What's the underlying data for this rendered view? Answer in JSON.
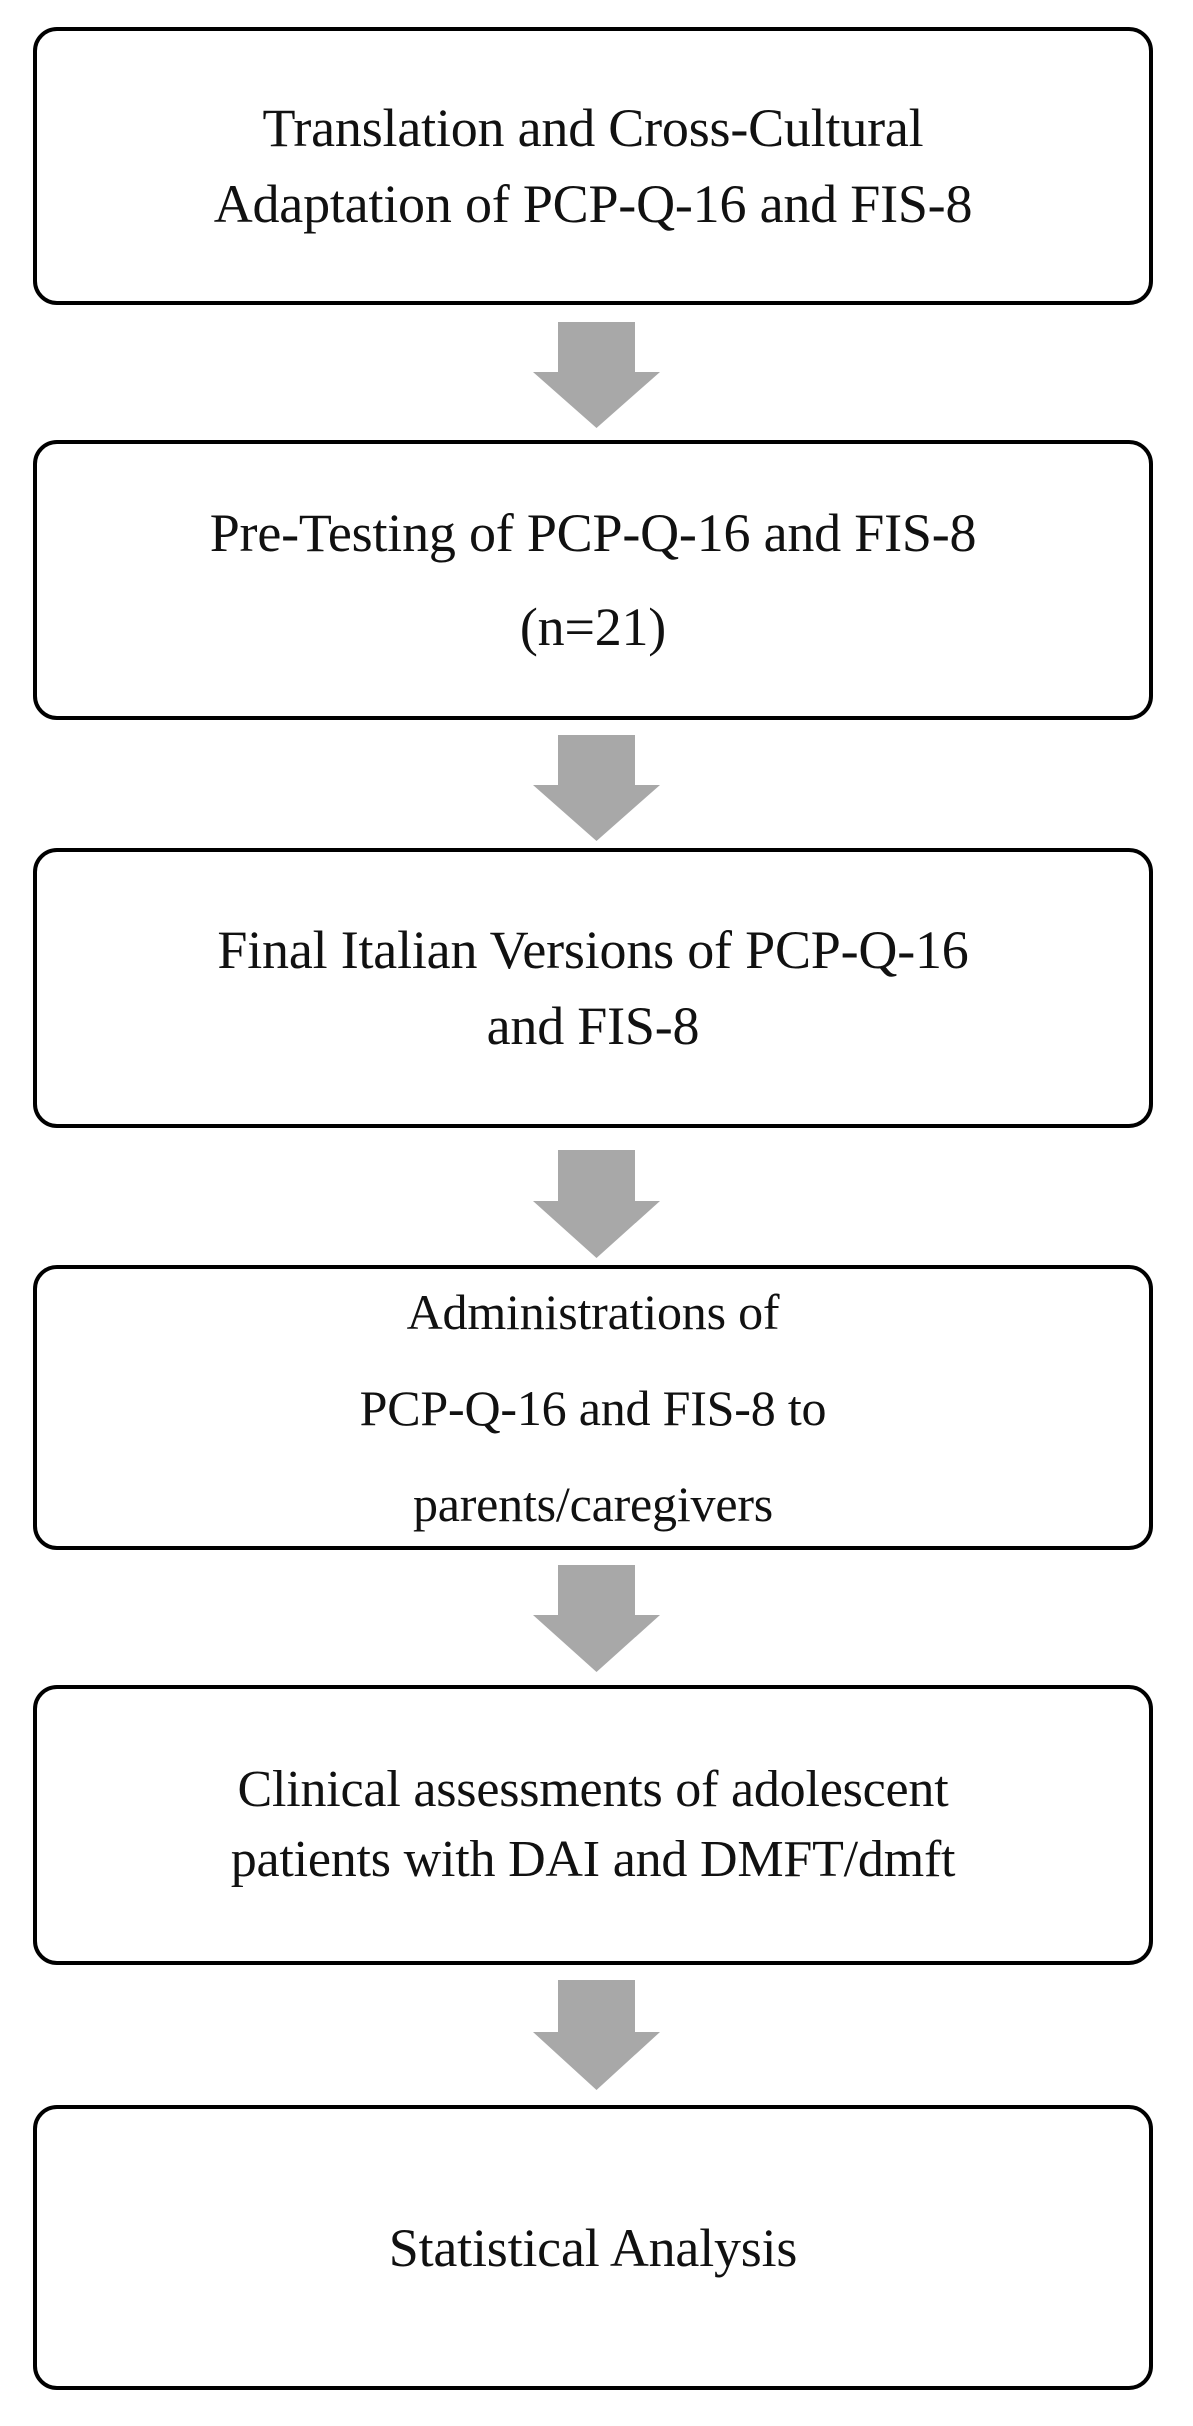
{
  "diagram": {
    "title": "Study workflow flowchart",
    "type": "flowchart",
    "orientation": "vertical",
    "colors": {
      "box_border": "#000000",
      "box_fill": "#ffffff",
      "arrow_fill": "#a8a8a8",
      "text": "#111111",
      "background": "#ffffff"
    },
    "nodes": [
      {
        "id": "node-1",
        "lines": [
          "Translation and Cross-Cultural",
          "Adaptation of PCP-Q-16 and FIS-8"
        ]
      },
      {
        "id": "node-2",
        "lines": [
          "Pre-Testing of PCP-Q-16 and FIS-8",
          "(n=21)"
        ]
      },
      {
        "id": "node-3",
        "lines": [
          "Final Italian Versions of PCP-Q-16",
          "and FIS-8"
        ]
      },
      {
        "id": "node-4",
        "lines": [
          "Administrations of",
          "PCP-Q-16 and FIS-8 to",
          "parents/caregivers"
        ]
      },
      {
        "id": "node-5",
        "lines": [
          "Clinical assessments of adolescent",
          "patients with DAI and DMFT/dmft"
        ]
      },
      {
        "id": "node-6",
        "lines": [
          "Statistical Analysis"
        ]
      }
    ],
    "connectors": [
      {
        "id": "arrow-1",
        "icon": "down-arrow-icon",
        "from": "node-1",
        "to": "node-2"
      },
      {
        "id": "arrow-2",
        "icon": "down-arrow-icon",
        "from": "node-2",
        "to": "node-3"
      },
      {
        "id": "arrow-3",
        "icon": "down-arrow-icon",
        "from": "node-3",
        "to": "node-4"
      },
      {
        "id": "arrow-4",
        "icon": "down-arrow-icon",
        "from": "node-4",
        "to": "node-5"
      },
      {
        "id": "arrow-5",
        "icon": "down-arrow-icon",
        "from": "node-5",
        "to": "node-6"
      }
    ]
  }
}
